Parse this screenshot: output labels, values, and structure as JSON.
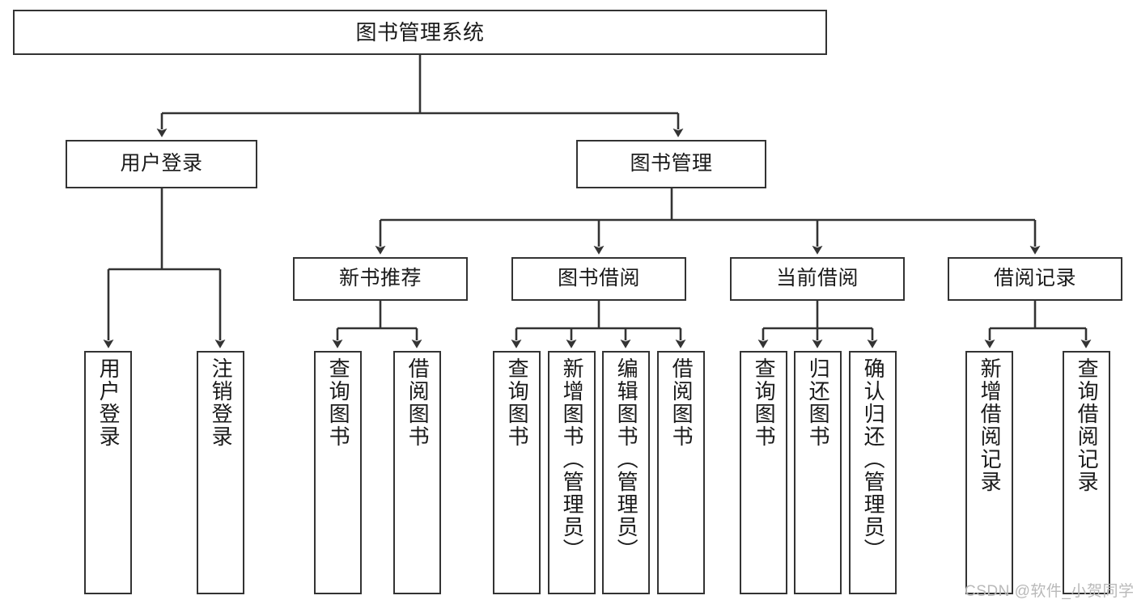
{
  "diagram": {
    "title": "图书管理系统",
    "type": "功能结构图",
    "watermark": "CSDN @软件_小贺同学",
    "colors": {
      "box_border": "#333333",
      "box_fill": "#ffffff",
      "connector": "#333333",
      "text": "#1a1a1a",
      "watermark": "#b9b9b9",
      "canvas": "#ffffff"
    },
    "nodes": {
      "root": {
        "label": "图书管理系统",
        "level": 0,
        "orientation": "horizontal"
      },
      "l1": [
        {
          "id": "user-login",
          "label": "用户登录",
          "orientation": "horizontal"
        },
        {
          "id": "book-management",
          "label": "图书管理",
          "orientation": "horizontal"
        }
      ],
      "l2": [
        {
          "id": "new-book-recommend",
          "label": "新书推荐",
          "orientation": "horizontal",
          "parent": "book-management"
        },
        {
          "id": "book-borrow",
          "label": "图书借阅",
          "orientation": "horizontal",
          "parent": "book-management"
        },
        {
          "id": "current-borrow",
          "label": "当前借阅",
          "orientation": "horizontal",
          "parent": "book-management"
        },
        {
          "id": "borrow-record",
          "label": "借阅记录",
          "orientation": "horizontal",
          "parent": "book-management"
        }
      ],
      "leaves": [
        {
          "id": "leaf-user-login",
          "label": "用户登录",
          "parent": "user-login"
        },
        {
          "id": "leaf-logout-login",
          "label": "注销登录",
          "parent": "user-login"
        },
        {
          "id": "leaf-query-book-recommend",
          "label": "查询图书",
          "parent": "new-book-recommend"
        },
        {
          "id": "leaf-borrow-book-recommend",
          "label": "借阅图书",
          "parent": "new-book-recommend"
        },
        {
          "id": "leaf-query-book-borrow",
          "label": "查询图书",
          "parent": "book-borrow"
        },
        {
          "id": "leaf-add-book-admin",
          "label": "新增图书（管理员）",
          "parent": "book-borrow"
        },
        {
          "id": "leaf-edit-book-admin",
          "label": "编辑图书（管理员）",
          "parent": "book-borrow"
        },
        {
          "id": "leaf-borrow-book",
          "label": "借阅图书",
          "parent": "book-borrow"
        },
        {
          "id": "leaf-query-book-current",
          "label": "查询图书",
          "parent": "current-borrow"
        },
        {
          "id": "leaf-return-book",
          "label": "归还图书",
          "parent": "current-borrow"
        },
        {
          "id": "leaf-confirm-return-admin",
          "label": "确认归还（管理员）",
          "parent": "current-borrow"
        },
        {
          "id": "leaf-add-borrow-record",
          "label": "新增借阅记录",
          "parent": "borrow-record"
        },
        {
          "id": "leaf-query-borrow-record",
          "label": "查询借阅记录",
          "parent": "borrow-record"
        }
      ]
    }
  }
}
